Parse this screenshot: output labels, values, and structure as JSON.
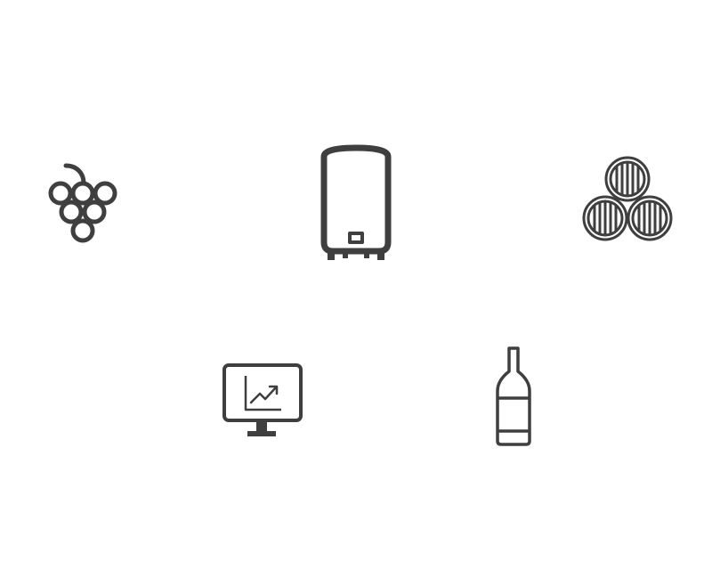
{
  "page": {
    "background": "#ffffff",
    "icon_color": "#3f3f3f"
  },
  "icons": [
    {
      "id": "icon-grapes",
      "name": "grapes-icon"
    },
    {
      "id": "icon-tank",
      "name": "fermentation-tank-icon"
    },
    {
      "id": "icon-barrels",
      "name": "wine-barrels-icon"
    },
    {
      "id": "icon-monitor",
      "name": "analytics-monitor-icon"
    },
    {
      "id": "icon-bottle",
      "name": "wine-bottle-icon"
    }
  ]
}
